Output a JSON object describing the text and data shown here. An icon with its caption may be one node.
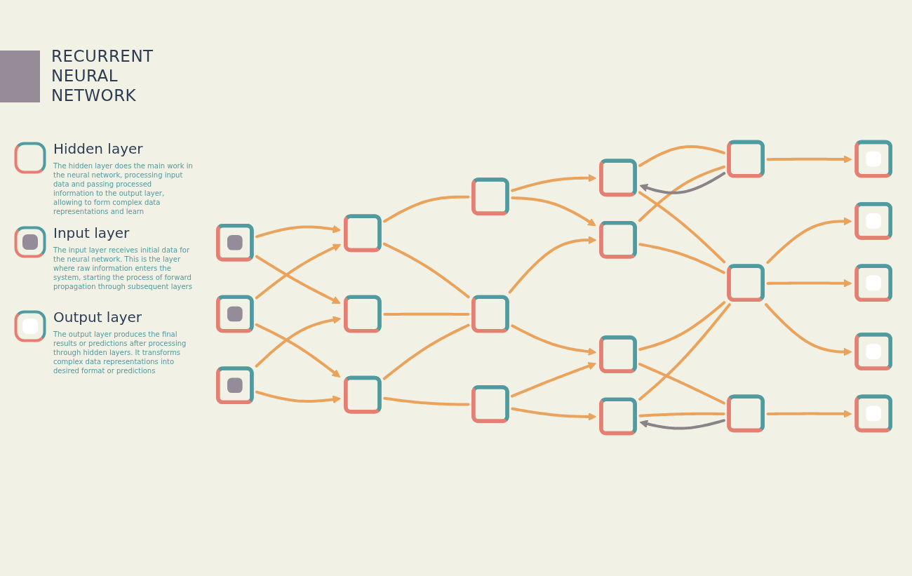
{
  "diagram": {
    "title": "RECURRENT NEURAL NETWORK",
    "nodes": [
      {
        "text": [],
        "shape": "box"
      },
      {
        "text": [],
        "shape": "box"
      },
      {
        "text": [],
        "shape": "box"
      },
      {
        "text": [],
        "shape": "box"
      },
      {
        "text": [],
        "shape": "box"
      },
      {
        "text": [],
        "shape": "box"
      },
      {
        "text": [],
        "shape": "box"
      },
      {
        "text": [],
        "shape": "box"
      },
      {
        "text": [],
        "shape": "box"
      },
      {
        "text": [],
        "shape": "box"
      },
      {
        "text": [],
        "shape": "box"
      },
      {
        "text": [],
        "shape": "box"
      },
      {
        "text": [],
        "shape": "box"
      },
      {
        "text": [],
        "shape": "box"
      },
      {
        "text": [],
        "shape": "box"
      },
      {
        "text": [],
        "shape": "box"
      },
      {
        "text": [],
        "shape": "box"
      },
      {
        "text": [],
        "shape": "box"
      },
      {
        "text": [],
        "shape": "box"
      },
      {
        "text": [],
        "shape": "box"
      },
      {
        "text": [],
        "shape": "box"
      }
    ],
    "edges": [
      {
        "from": 0,
        "to": 3,
        "arrow": "to"
      },
      {
        "from": 0,
        "to": 4,
        "arrow": "to"
      },
      {
        "from": 1,
        "to": 3,
        "arrow": "to"
      },
      {
        "from": 1,
        "to": 5,
        "arrow": "to"
      },
      {
        "from": 2,
        "to": 4,
        "arrow": "to"
      },
      {
        "from": 2,
        "to": 5,
        "arrow": "to"
      },
      {
        "from": 3,
        "to": 6,
        "arrow": "none"
      },
      {
        "from": 3,
        "to": 7,
        "arrow": "none"
      },
      {
        "from": 4,
        "to": 7,
        "arrow": "none"
      },
      {
        "from": 5,
        "to": 7,
        "arrow": "none"
      },
      {
        "from": 5,
        "to": 8,
        "arrow": "none"
      },
      {
        "from": 6,
        "to": 9,
        "arrow": "to"
      },
      {
        "from": 6,
        "to": 10,
        "arrow": "to"
      },
      {
        "from": 7,
        "to": 10,
        "arrow": "to"
      },
      {
        "from": 7,
        "to": 11,
        "arrow": "to"
      },
      {
        "from": 8,
        "to": 11,
        "arrow": "to"
      },
      {
        "from": 8,
        "to": 12,
        "arrow": "to"
      },
      {
        "from": 9,
        "to": 13,
        "arrow": "none"
      },
      {
        "from": 9,
        "to": 14,
        "arrow": "none"
      },
      {
        "from": 10,
        "to": 13,
        "arrow": "none"
      },
      {
        "from": 10,
        "to": 14,
        "arrow": "none"
      },
      {
        "from": 11,
        "to": 14,
        "arrow": "none"
      },
      {
        "from": 11,
        "to": 15,
        "arrow": "none"
      },
      {
        "from": 12,
        "to": 14,
        "arrow": "none"
      },
      {
        "from": 12,
        "to": 15,
        "arrow": "none"
      },
      {
        "from": 13,
        "to": 9,
        "arrow": "to",
        "color": "#8a8387"
      },
      {
        "from": 15,
        "to": 12,
        "arrow": "to",
        "color": "#8a8387"
      },
      {
        "from": 13,
        "to": 16,
        "arrow": "to"
      },
      {
        "from": 14,
        "to": 17,
        "arrow": "to"
      },
      {
        "from": 14,
        "to": 18,
        "arrow": "to"
      },
      {
        "from": 14,
        "to": 19,
        "arrow": "to"
      },
      {
        "from": 15,
        "to": 20,
        "arrow": "to"
      }
    ],
    "labels": [
      "The hidden layer does the main work in the neural network, processing input data and passing processed information to the output layer, allowing to form complex data representations and learn",
      "The input layer receives initial data for the neural network. This is the layer where raw information enters the system, starting the process of forward propagation through subsequent layers",
      "The output layer produces the final results or predictions after processing through hidden layers. It transforms complex data representations into desired format or predictions"
    ],
    "legend": [
      {
        "text": "Hidden layer"
      },
      {
        "text": "Input layer"
      },
      {
        "text": "Output layer"
      }
    ]
  }
}
